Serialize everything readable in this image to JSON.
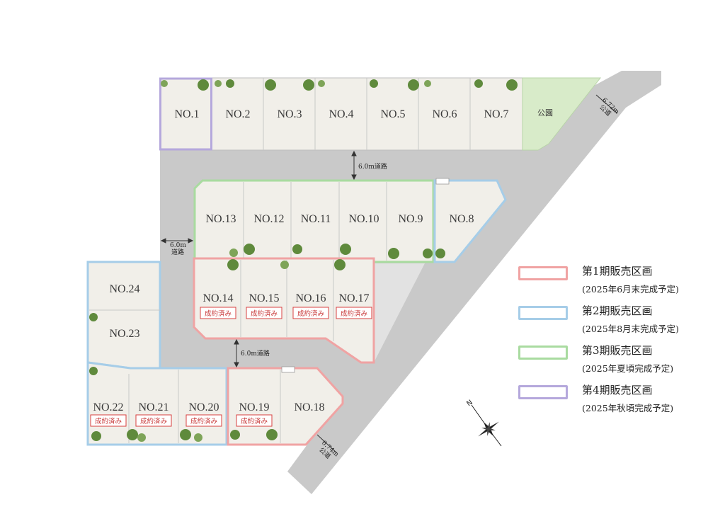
{
  "colors": {
    "road": "#c9c9c9",
    "lot": "#f1efe9",
    "park": "#d8ebc9",
    "phase1": "#f0a3a3",
    "phase2": "#a6cde8",
    "phase3": "#a9dba0",
    "phase4": "#b5a8dc",
    "sold": "#d84040"
  },
  "lots": {
    "no1": "NO.1",
    "no2": "NO.2",
    "no3": "NO.3",
    "no4": "NO.4",
    "no5": "NO.5",
    "no6": "NO.6",
    "no7": "NO.7",
    "no8": "NO.8",
    "no9": "NO.9",
    "no10": "NO.10",
    "no11": "NO.11",
    "no12": "NO.12",
    "no13": "NO.13",
    "no14": "NO.14",
    "no15": "NO.15",
    "no16": "NO.16",
    "no17": "NO.17",
    "no18": "NO.18",
    "no19": "NO.19",
    "no20": "NO.20",
    "no21": "NO.21",
    "no22": "NO.22",
    "no23": "NO.23",
    "no24": "NO.24"
  },
  "park_label": "公園",
  "sold_label": "成約済み",
  "roads": {
    "north_inner": "6.0m道路",
    "west_inner_1": "6.0m",
    "west_inner_2": "道路",
    "south_inner": "6.0m道路",
    "ne_public_1": "6.72m",
    "ne_public_2": "公道",
    "sw_public_1": "6.74m",
    "sw_public_2": "公道"
  },
  "compass_label": "N",
  "legend": [
    {
      "title": "第1期販売区画",
      "sub": "(2025年6月末完成予定)",
      "color": "#f0a3a3"
    },
    {
      "title": "第2期販売区画",
      "sub": "(2025年8月末完成予定)",
      "color": "#a6cde8"
    },
    {
      "title": "第3期販売区画",
      "sub": "(2025年夏頃完成予定)",
      "color": "#a9dba0"
    },
    {
      "title": "第4期販売区画",
      "sub": "(2025年秋頃完成予定)",
      "color": "#b5a8dc"
    }
  ]
}
